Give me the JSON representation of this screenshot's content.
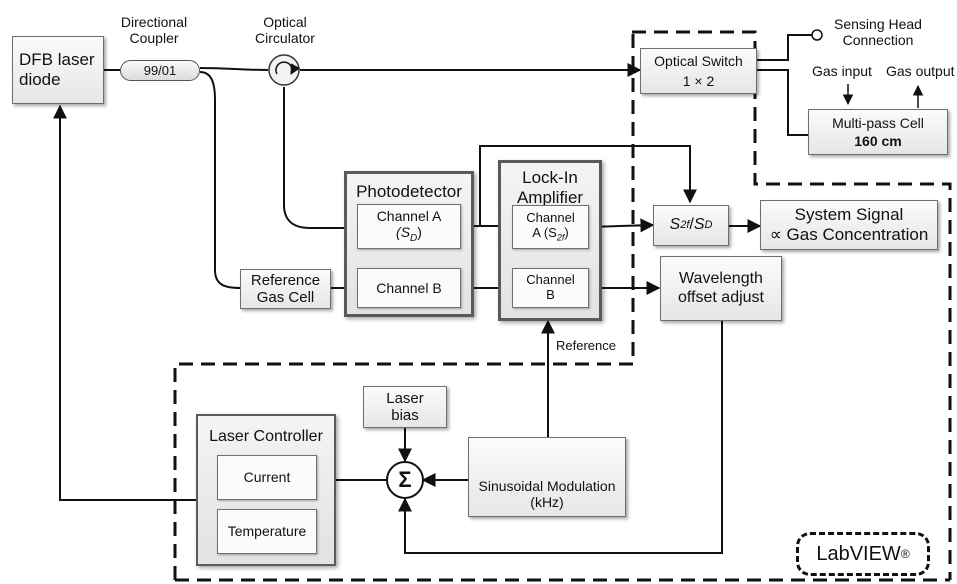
{
  "blocks": {
    "laser": "DFB laser diode",
    "coupler_label": "Directional Coupler",
    "coupler_ratio": "99/01",
    "circulator_label": "Optical Circulator",
    "optical_switch": "Optical Switch",
    "optical_switch_ports": "1 × 2",
    "sensing_head": "Sensing Head Connection",
    "gas_input": "Gas input",
    "gas_output": "Gas output",
    "multipass_cell": "Multi-pass Cell",
    "multipass_length": "160 cm",
    "photodetector": "Photodetector",
    "pd_channel_a": "Channel A",
    "pd_channel_a_sym": "(S",
    "pd_channel_a_sub": "D",
    "pd_channel_b": "Channel B",
    "lockin": "Lock-In Amplifier",
    "li_channel_a": "Channel",
    "li_channel_a2": "A (S",
    "li_channel_a_sub": "2f",
    "li_channel_b": "Channel",
    "li_channel_b2": "B",
    "ratio_num": "S",
    "ratio_num_sub": "2f",
    "ratio_den": "S",
    "ratio_den_sub": "D",
    "system_signal": "System Signal",
    "gas_concentration": "∝ Gas Concentration",
    "reference_cell": "Reference Gas Cell",
    "wavelength_offset": "Wavelength offset adjust",
    "reference": "Reference",
    "laser_bias": "Laser bias",
    "laser_controller": "Laser Controller",
    "current": "Current",
    "temperature": "Temperature",
    "sigma": "Σ",
    "sinusoidal_modulation": "Sinusoidal Modulation",
    "sinusoidal_unit": "(kHz)",
    "labview": "LabVIEW",
    "labview_mark": "®"
  }
}
